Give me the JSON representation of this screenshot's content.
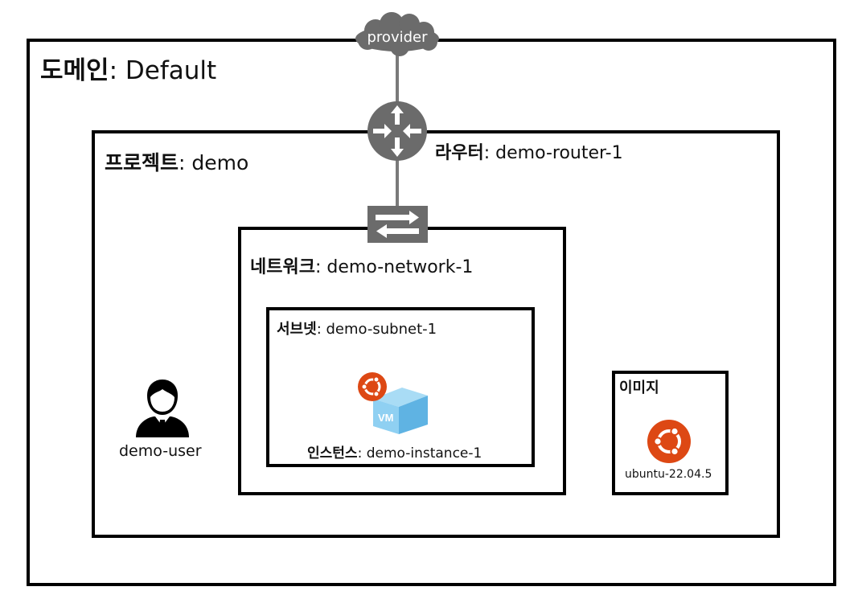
{
  "domain": {
    "prefix": "도메인",
    "separator": ":",
    "name": "Default"
  },
  "provider": {
    "label": "provider",
    "icon": "cloud-icon"
  },
  "router": {
    "prefix": "라우터",
    "separator": ":",
    "name": "demo-router-1",
    "icon": "router-icon"
  },
  "project": {
    "prefix": "프로젝트",
    "separator": ":",
    "name": "demo"
  },
  "network": {
    "prefix": "네트워크",
    "separator": ":",
    "name": "demo-network-1",
    "icon": "switch-icon"
  },
  "subnet": {
    "prefix": "서브넷",
    "separator": ":",
    "name": "demo-subnet-1"
  },
  "instance": {
    "prefix": "인스턴스",
    "separator": ":",
    "name": "demo-instance-1",
    "icon": "vm-cube-icon",
    "os_badge": "ubuntu-logo-icon",
    "vm_text": "VM"
  },
  "user": {
    "name": "demo-user",
    "icon": "user-businessman-icon"
  },
  "image": {
    "title": "이미지",
    "name": "ubuntu-22.04.5",
    "icon": "ubuntu-logo-icon"
  },
  "colors": {
    "border": "#000000",
    "node_gray": "#6b6b6b",
    "link_gray": "#7a7a7a",
    "ubuntu_orange": "#dd4814",
    "vm_blue": "#7ec3ea"
  }
}
